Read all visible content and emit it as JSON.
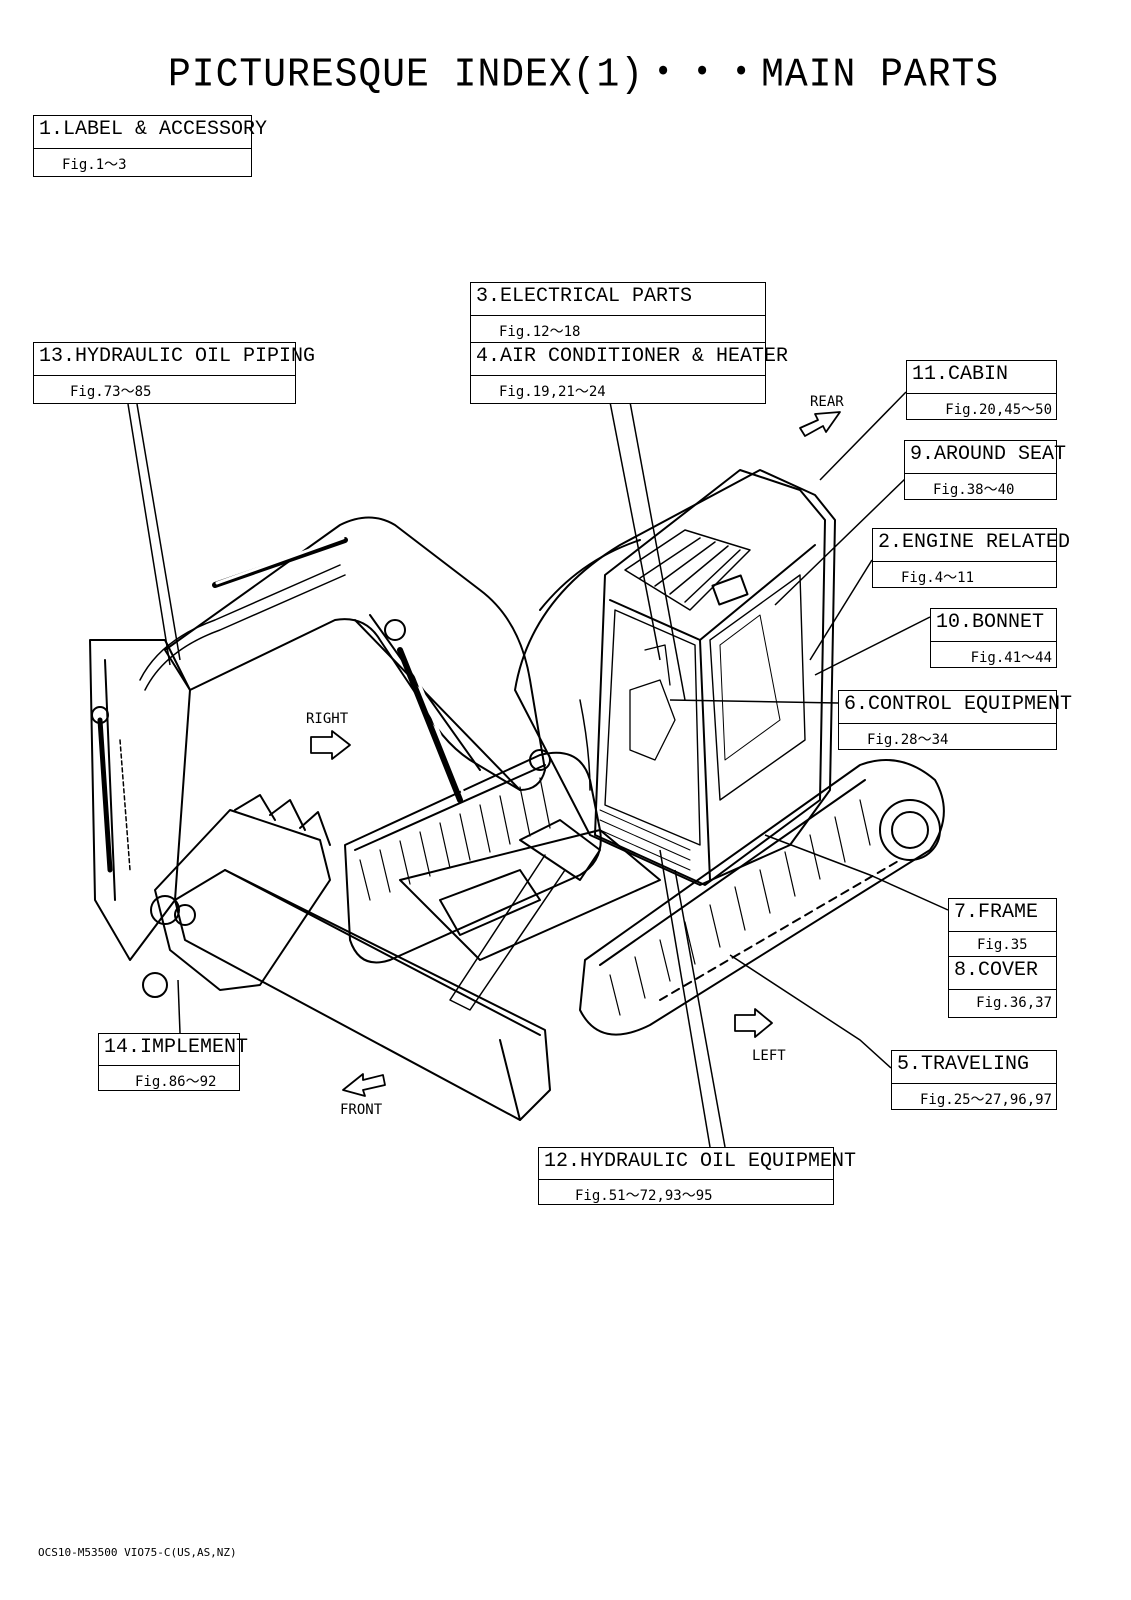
{
  "title": "PICTURESQUE INDEX(1)・・・MAIN PARTS",
  "labels": [
    {
      "name": "1.LABEL & ACCESSORY",
      "fig": "Fig.1～3"
    },
    {
      "name": "3.ELECTRICAL PARTS",
      "fig": "Fig.12～18"
    },
    {
      "name": "4.AIR CONDITIONER & HEATER",
      "fig": "Fig.19,21～24"
    },
    {
      "name": "13.HYDRAULIC OIL PIPING",
      "fig": "Fig.73～85"
    },
    {
      "name": "11.CABIN",
      "fig": "Fig.20,45～50"
    },
    {
      "name": "9.AROUND SEAT",
      "fig": "Fig.38～40"
    },
    {
      "name": "2.ENGINE RELATED",
      "fig": "Fig.4～11"
    },
    {
      "name": "10.BONNET",
      "fig": "Fig.41～44"
    },
    {
      "name": "6.CONTROL EQUIPMENT",
      "fig": "Fig.28～34"
    },
    {
      "name": "7.FRAME",
      "fig": "Fig.35"
    },
    {
      "name": "8.COVER",
      "fig": "Fig.36,37"
    },
    {
      "name": "5.TRAVELING",
      "fig": "Fig.25～27,96,97"
    },
    {
      "name": "14.IMPLEMENT",
      "fig": "Fig.86～92"
    },
    {
      "name": "12.HYDRAULIC OIL EQUIPMENT",
      "fig": "Fig.51～72,93～95"
    }
  ],
  "directions": {
    "rear": "REAR",
    "right": "RIGHT",
    "left": "LEFT",
    "front": "FRONT"
  },
  "footer": "OCS10-M53500 VIO75-C(US,AS,NZ)"
}
